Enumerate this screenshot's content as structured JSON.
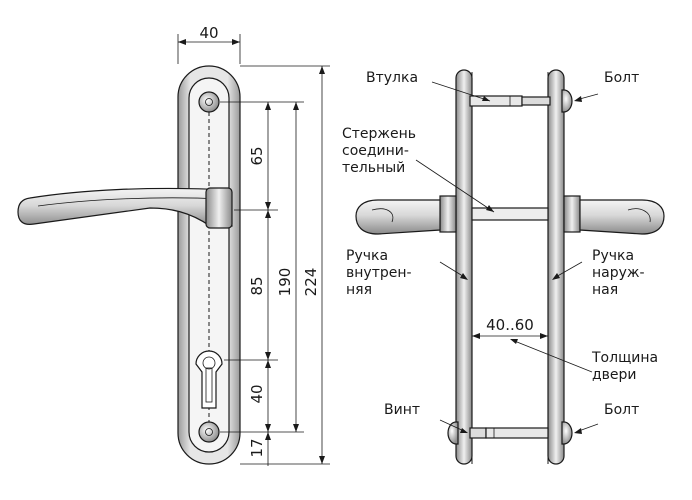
{
  "dimensions": {
    "width_top": "40",
    "d65": "65",
    "d85": "85",
    "d40": "40",
    "d17": "17",
    "d190": "190",
    "d224": "224",
    "door_range": "40..60"
  },
  "labels": {
    "vtulka": "Втулка",
    "bolt_top": "Болт",
    "sterzhen": [
      "Стержень",
      "соедини-",
      "тельный"
    ],
    "ruchka_vnutr": [
      "Ручка",
      "внутрен-",
      "няя"
    ],
    "ruchka_naruzh": [
      "Ручка",
      "наруж-",
      "ная"
    ],
    "tolshchina": [
      "Толщина",
      "двери"
    ],
    "vint": "Винт",
    "bolt_bottom": "Болт"
  },
  "colors": {
    "stroke": "#1a1a1a",
    "metal_light": "#f2f2f2",
    "metal_mid": "#cfcfcf",
    "metal_dark": "#8e8e8e",
    "door_fill": "#ffffff"
  }
}
